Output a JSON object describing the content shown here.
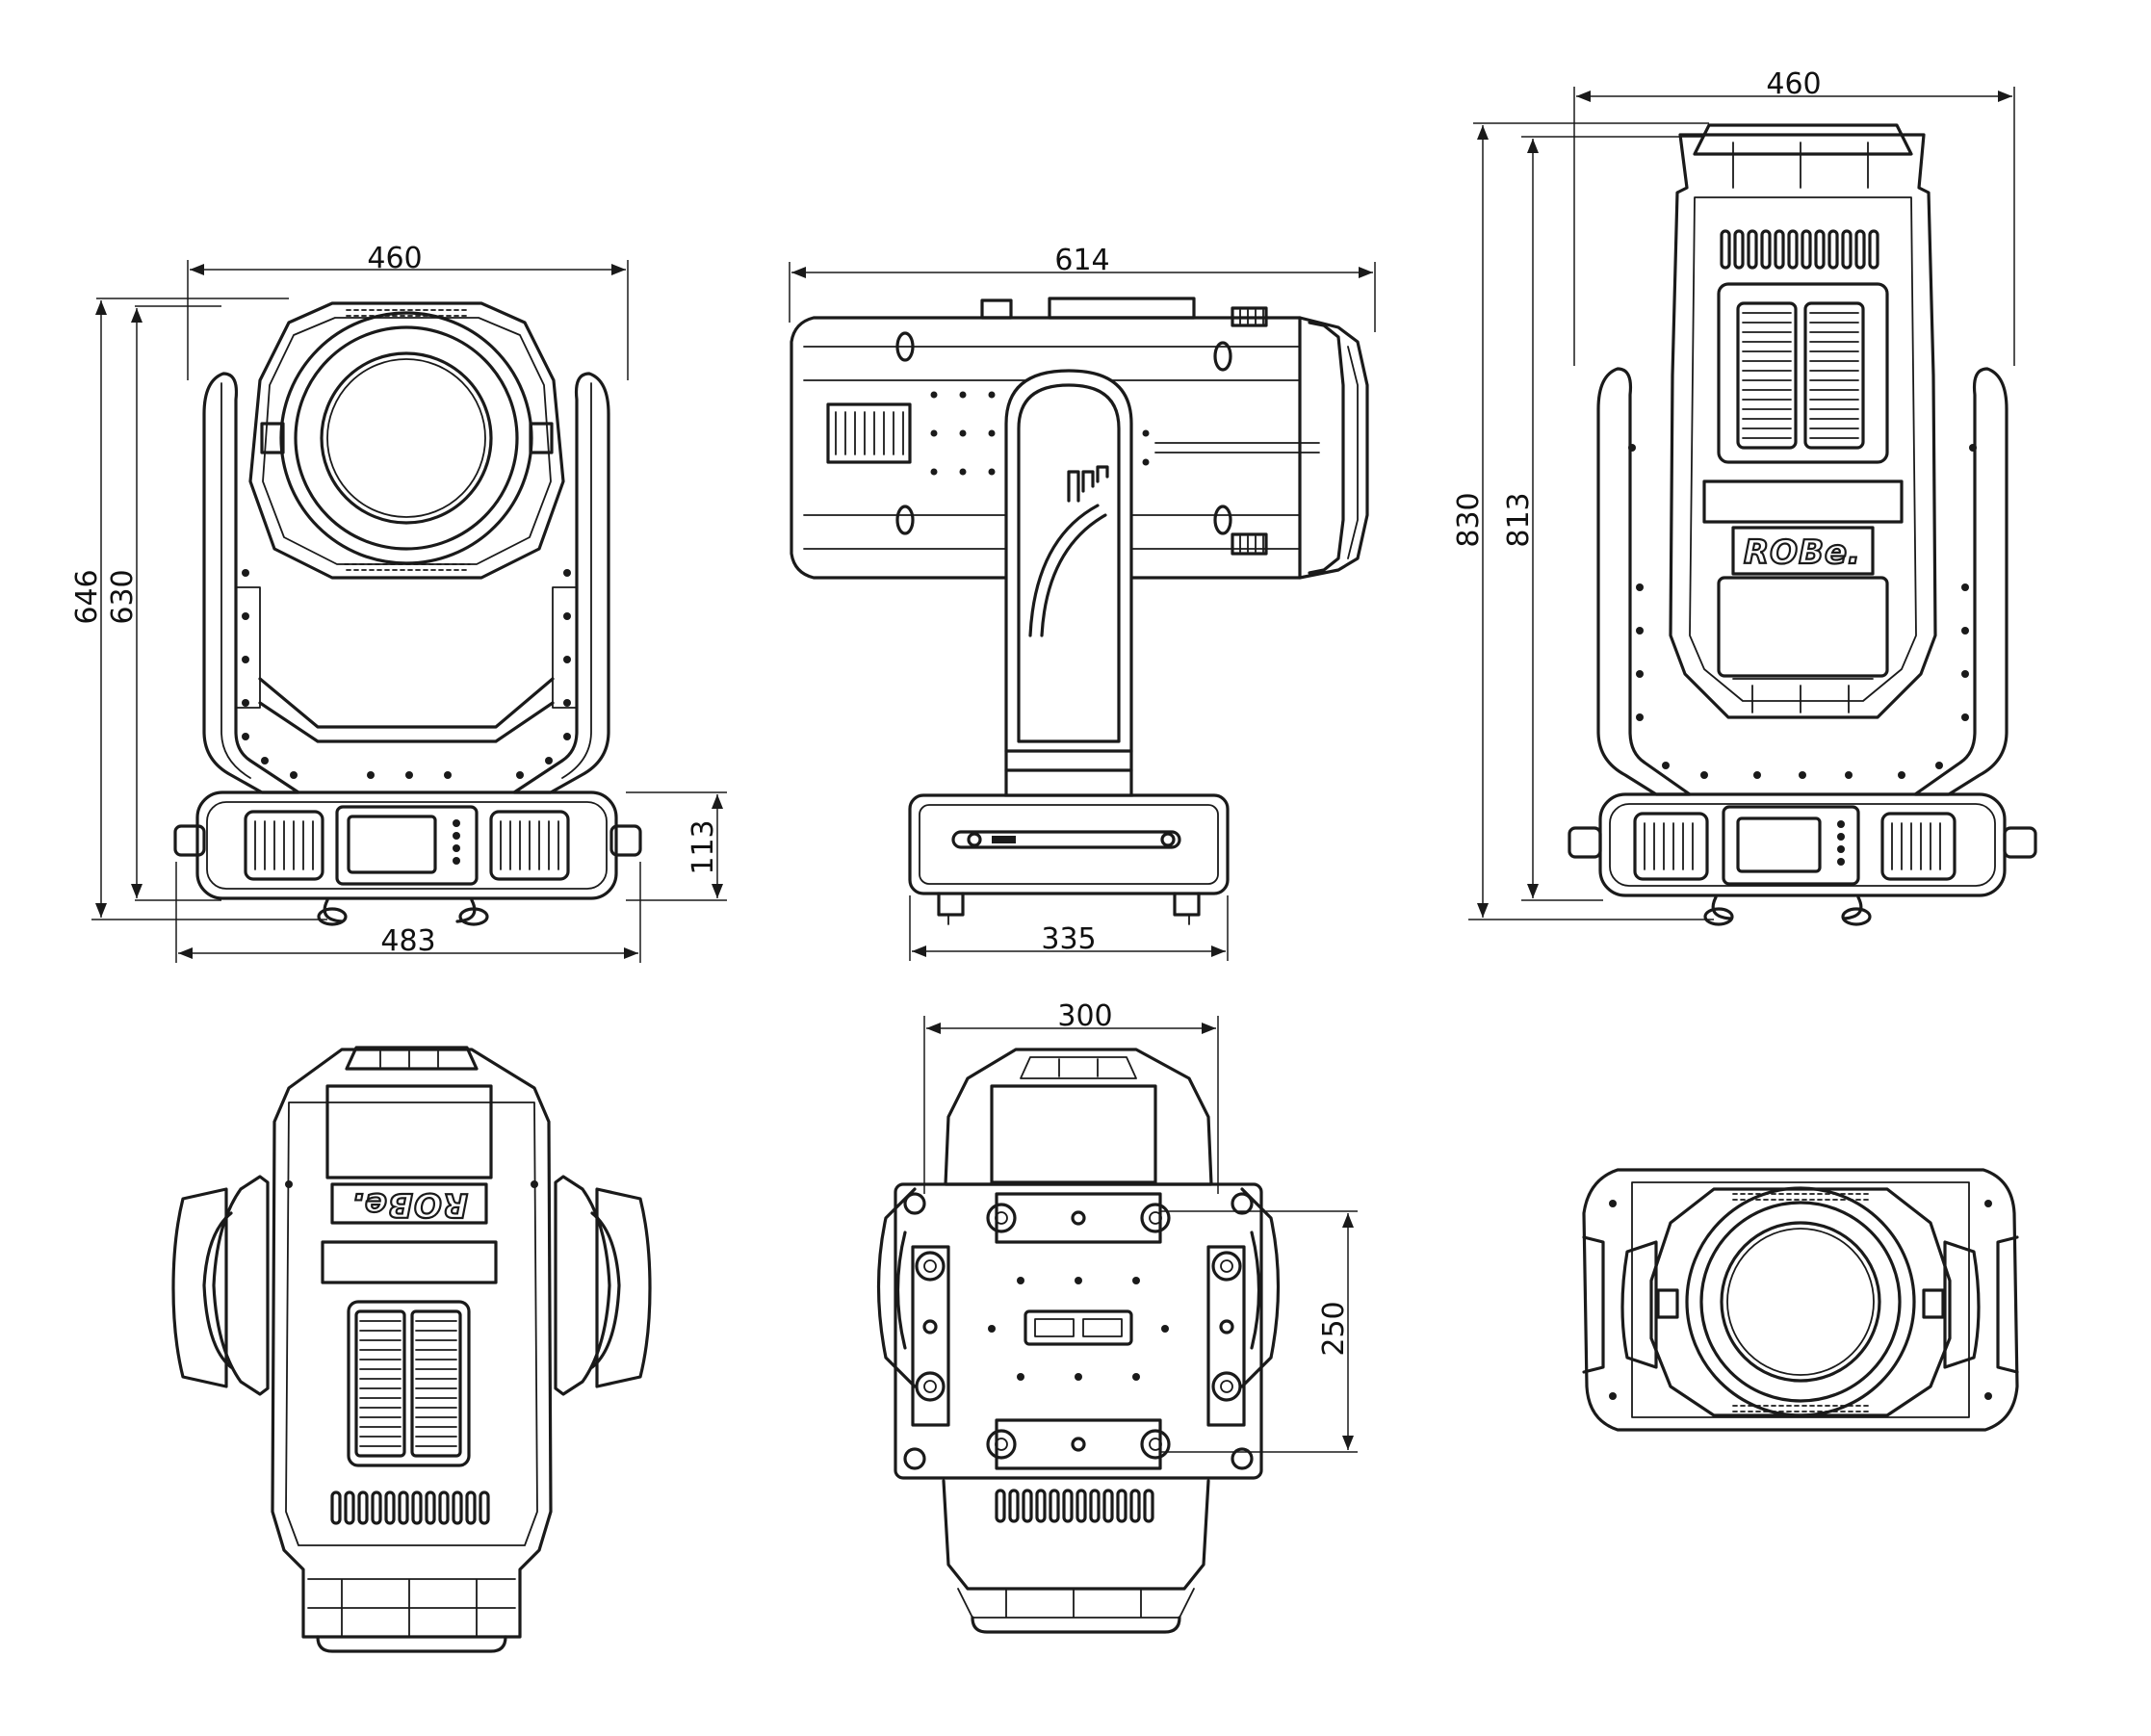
{
  "views": {
    "front": {
      "width_top": "460",
      "height_total": "646",
      "height_body": "630",
      "base_height": "113",
      "width_bottom": "483"
    },
    "side": {
      "length": "614",
      "base_depth": "335"
    },
    "rear": {
      "width": "460",
      "height_total": "830",
      "height_body": "813",
      "logo": "ROBe."
    },
    "top": {
      "logo": "ROBe."
    },
    "bottom": {
      "width": "300",
      "mount_spacing": "250"
    },
    "lens_bottom": {}
  },
  "colors": {
    "line": "#1a1a1a",
    "background": "#ffffff"
  }
}
